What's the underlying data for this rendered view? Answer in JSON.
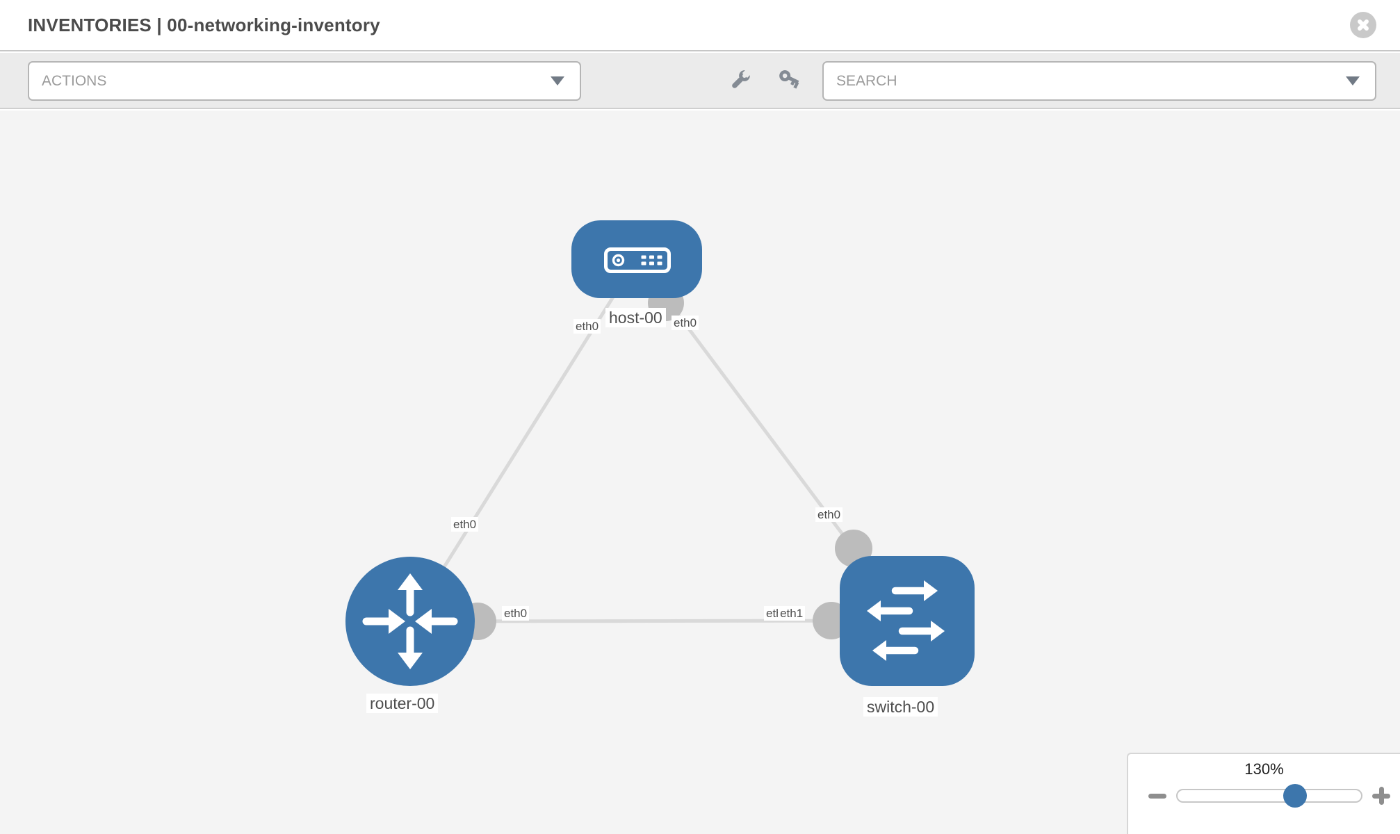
{
  "header": {
    "title": "INVENTORIES | 00-networking-inventory"
  },
  "toolbar": {
    "actions_label": "ACTIONS",
    "search_label": "SEARCH",
    "icon_names": [
      "wrench-icon",
      "key-icon"
    ]
  },
  "colors": {
    "node_blue": "#3d76ac",
    "link_gray": "#d9d9d9",
    "connector_gray": "#bcbcbc",
    "toolbar_bg": "#ebebeb",
    "canvas_bg": "#f4f4f4"
  },
  "topology": {
    "nodes": [
      {
        "id": "host-00",
        "type": "host",
        "label": "host-00"
      },
      {
        "id": "router-00",
        "type": "router",
        "label": "router-00"
      },
      {
        "id": "switch-00",
        "type": "switch",
        "label": "switch-00"
      }
    ],
    "links": [
      {
        "from": "host-00",
        "from_interface": "eth0",
        "to": "router-00",
        "to_interface": "eth0"
      },
      {
        "from": "host-00",
        "from_interface": "eth0",
        "to": "switch-00",
        "to_interface": "eth0"
      },
      {
        "from": "router-00",
        "from_interface": "eth0",
        "to": "switch-00",
        "to_interface": "eth1"
      }
    ],
    "interface_labels": {
      "host_left": "eth0",
      "host_right": "eth0",
      "diag_router": "eth0",
      "diag_switch": "eth0",
      "horiz_router": "eth0",
      "horiz_switch_under": "eth0",
      "horiz_switch": "eth1"
    }
  },
  "zoom_control": {
    "value": "130%",
    "position_pct": 64
  }
}
